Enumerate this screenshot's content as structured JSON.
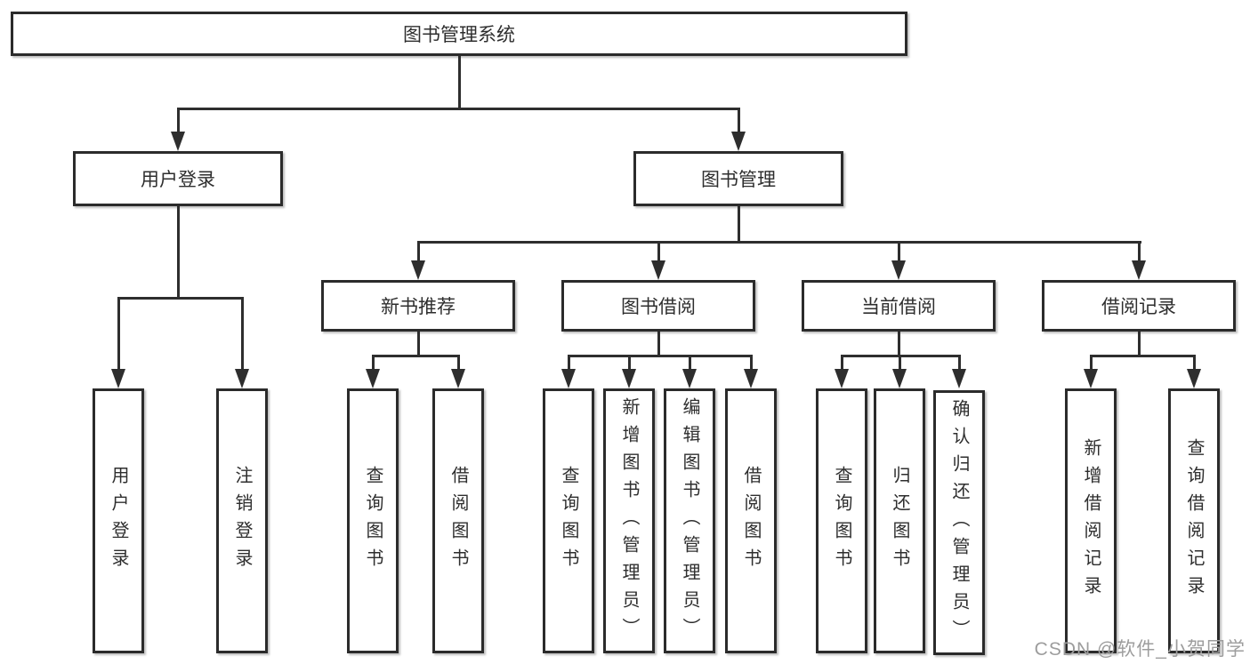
{
  "page": {
    "background": "#ffffff"
  },
  "colors": {
    "line": "#2e2e2e",
    "box_border": "#2b2b2b",
    "box_fill": "#ffffff",
    "text": "#2e2e2e",
    "watermark": "#9d9d9d"
  },
  "tree": {
    "root": {
      "label": "图书管理系统"
    },
    "level2": [
      {
        "label": "用户登录"
      },
      {
        "label": "图书管理"
      }
    ],
    "level3": [
      {
        "label": "新书推荐",
        "parent": "图书管理"
      },
      {
        "label": "图书借阅",
        "parent": "图书管理"
      },
      {
        "label": "当前借阅",
        "parent": "图书管理"
      },
      {
        "label": "借阅记录",
        "parent": "图书管理"
      }
    ],
    "leaves": [
      {
        "label": "用户登录",
        "parent": "用户登录"
      },
      {
        "label": "注销登录",
        "parent": "用户登录"
      },
      {
        "label": "查询图书",
        "parent": "新书推荐"
      },
      {
        "label": "借阅图书",
        "parent": "新书推荐"
      },
      {
        "label": "查询图书",
        "parent": "图书借阅"
      },
      {
        "label": "新增图书（管理员）",
        "parent": "图书借阅"
      },
      {
        "label": "编辑图书（管理员）",
        "parent": "图书借阅"
      },
      {
        "label": "借阅图书",
        "parent": "图书借阅"
      },
      {
        "label": "查询图书",
        "parent": "当前借阅"
      },
      {
        "label": "归还图书",
        "parent": "当前借阅"
      },
      {
        "label": "确认归还（管理员）",
        "parent": "当前借阅"
      },
      {
        "label": "新增借阅记录",
        "parent": "借阅记录"
      },
      {
        "label": "查询借阅记录",
        "parent": "借阅记录"
      }
    ]
  },
  "watermark": {
    "text": "CSDN @软件_小贺同学"
  }
}
